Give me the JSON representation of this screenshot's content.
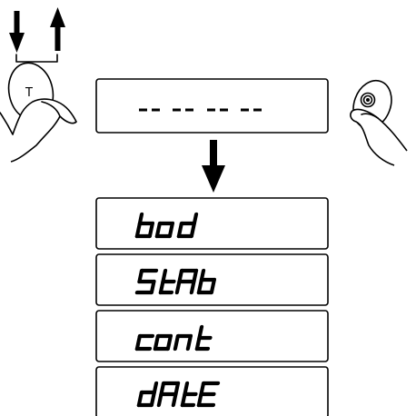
{
  "display": {
    "initial_reading": "-- -- -- --"
  },
  "menu": {
    "items": [
      {
        "id": "bod",
        "label": "bod"
      },
      {
        "id": "stab",
        "label": "StAb"
      },
      {
        "id": "cont",
        "label": "cont"
      },
      {
        "id": "date",
        "label": "dAtE"
      }
    ]
  },
  "left_hand": {
    "key_label": "T",
    "gesture": "press-and-hold"
  },
  "right_hand": {
    "key_icon": "power-key-icon"
  },
  "colors": {
    "ink": "#000000",
    "background": "#ffffff"
  }
}
